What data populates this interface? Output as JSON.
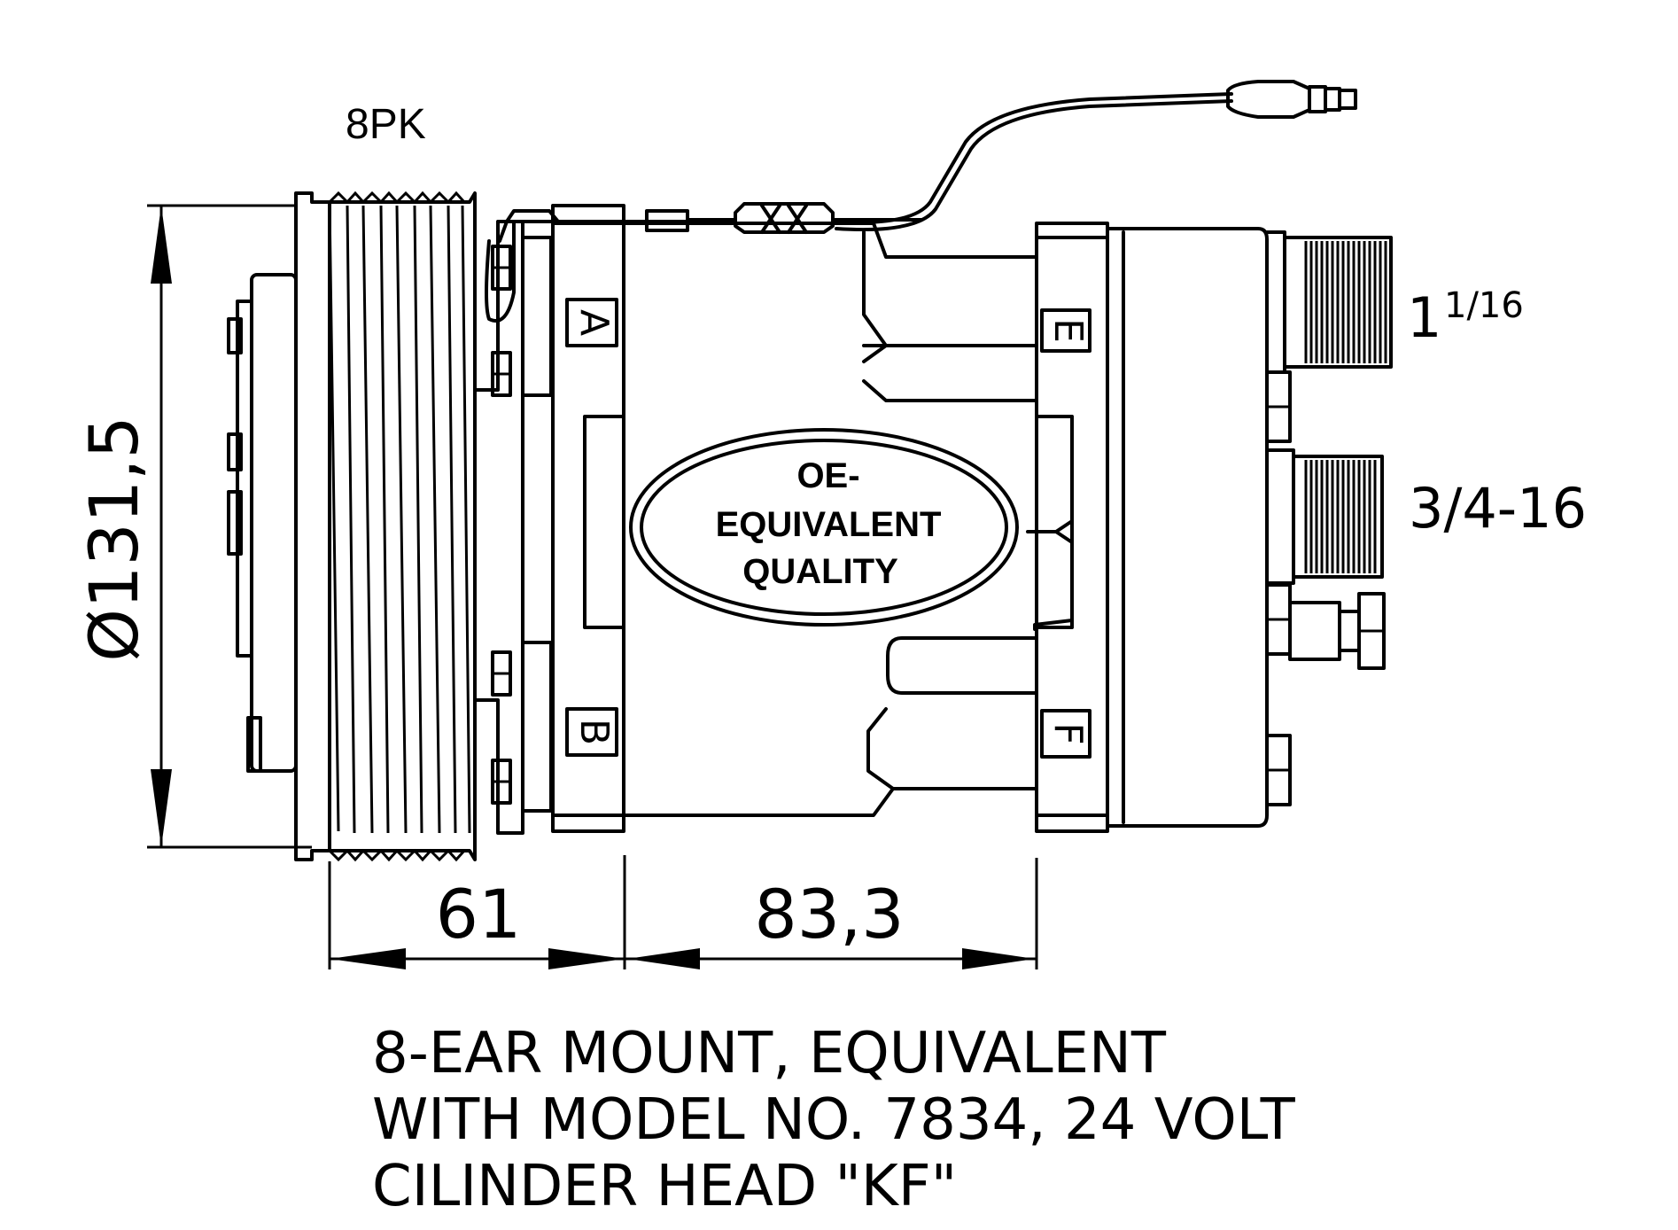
{
  "labels": {
    "belt_profile": "8PK",
    "diameter": "Ø131,5",
    "dim_clutch": "61",
    "dim_body": "83,3",
    "fitting_top_main": "1",
    "fitting_top_frac": "1/16",
    "fitting_bottom": "3/4-16",
    "port_a": "A",
    "port_b": "B",
    "port_e": "E",
    "port_f": "F"
  },
  "badge": {
    "line1": "OE-",
    "line2": "EQUIVALENT",
    "line3": "QUALITY"
  },
  "description": {
    "line1": "8-EAR MOUNT, EQUIVALENT",
    "line2": "WITH MODEL NO. 7834, 24 VOLT",
    "line3": "CILINDER HEAD \"KF\""
  }
}
